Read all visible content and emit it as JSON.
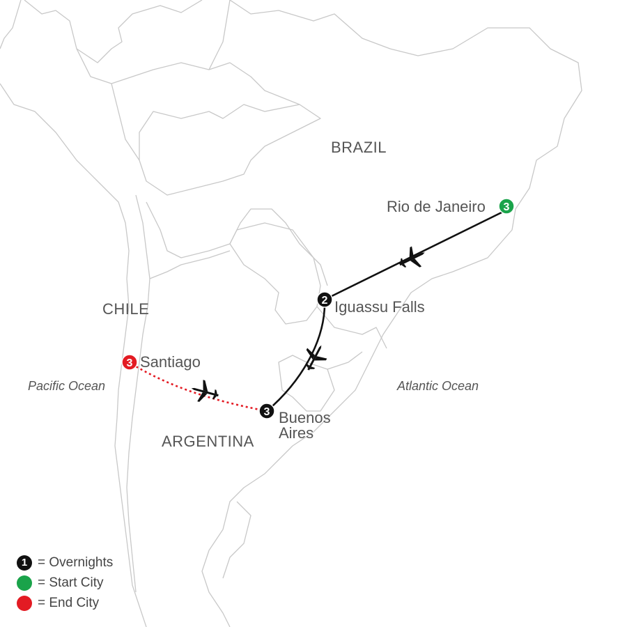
{
  "colors": {
    "land_stroke": "#c8c8c8",
    "route": "#111111",
    "route_end": "#e31b23",
    "start": "#1aa34a",
    "end": "#e31b23",
    "overnight": "#111111",
    "label": "#555555"
  },
  "countries": {
    "brazil": "BRAZIL",
    "chile": "CHILE",
    "argentina": "ARGENTINA"
  },
  "oceans": {
    "pacific": "Pacific Ocean",
    "atlantic": "Atlantic Ocean"
  },
  "cities": [
    {
      "name": "Rio de Janeiro",
      "nights": "3",
      "role": "start"
    },
    {
      "name": "Iguassu Falls",
      "nights": "2",
      "role": "stop"
    },
    {
      "name": "Buenos Aires",
      "nights": "3",
      "role": "stop"
    },
    {
      "name": "Santiago",
      "nights": "3",
      "role": "end"
    }
  ],
  "legend": {
    "overnight_symbol": "1",
    "overnights": "= Overnights",
    "start_city": "= Start City",
    "end_city": "= End City"
  },
  "icons": {
    "plane": "plane-icon"
  }
}
